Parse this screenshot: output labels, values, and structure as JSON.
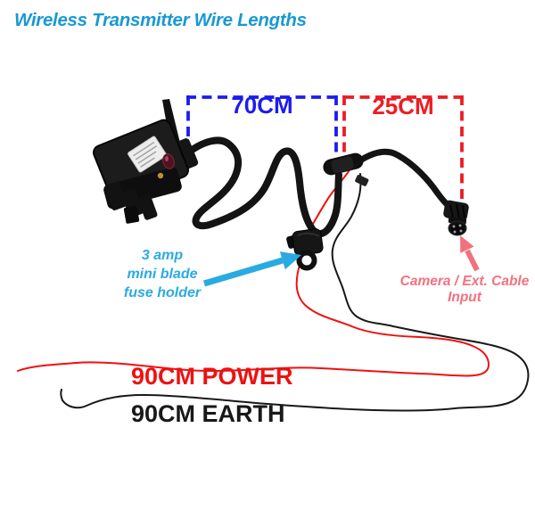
{
  "title": "Wireless Transmitter Wire Lengths",
  "measurements": {
    "transmitter_cable": "70CM",
    "camera_cable": "25CM",
    "power_wire": "90CM POWER",
    "earth_wire": "90CM EARTH"
  },
  "annotations": {
    "fuse": {
      "line1": "3 amp",
      "line2": "mini blade",
      "line3": "fuse holder"
    },
    "camera": {
      "line1": "Camera / Ext. Cable",
      "line2": "Input"
    }
  },
  "icons": {
    "fuse_pointer": "arrow-right-icon",
    "camera_pointer": "arrow-up-icon"
  },
  "colors": {
    "title": "#1899d1",
    "70": "#1c1cee",
    "25": "#ed1c24",
    "fuse-note": "#29abe2",
    "cam-note": "#f2717f",
    "power": "#ee1111",
    "earth": "#181818"
  }
}
